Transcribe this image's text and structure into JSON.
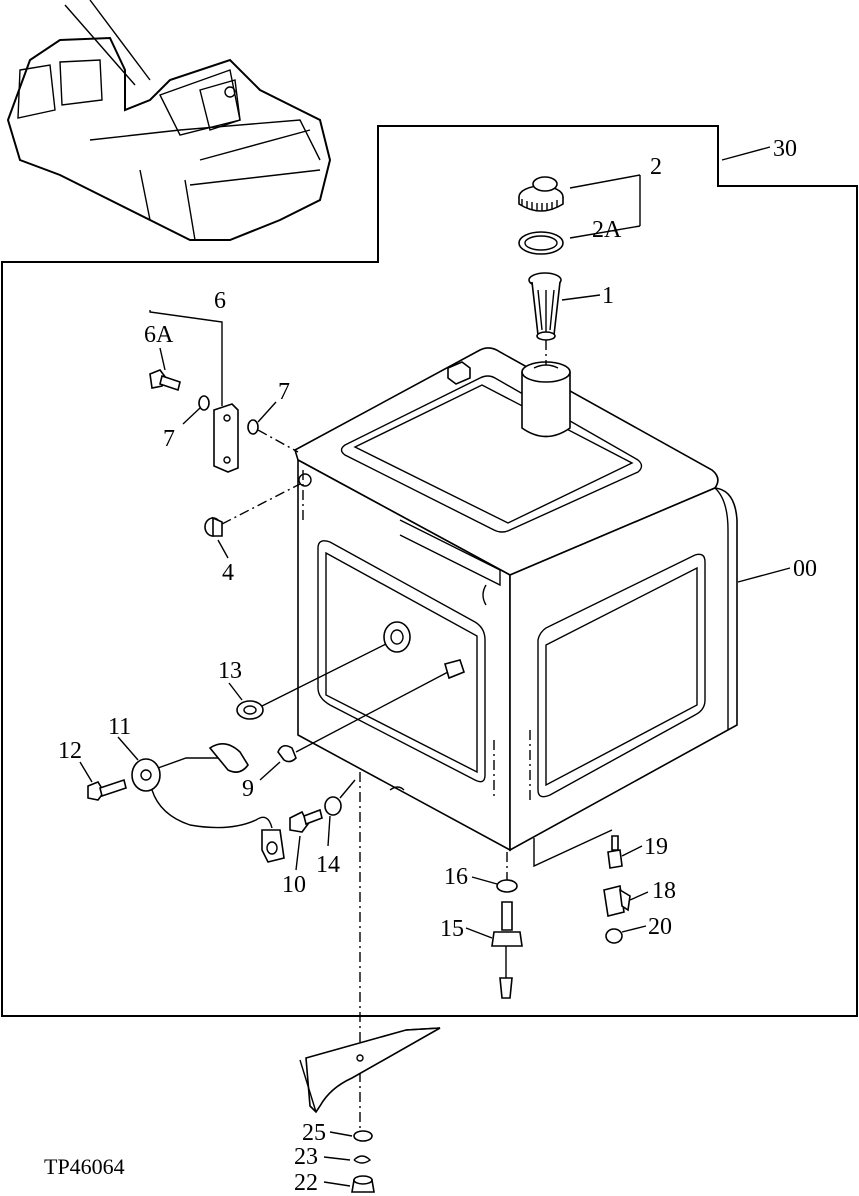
{
  "figure": {
    "reference": "TP46064",
    "callouts": {
      "tank": "00",
      "filter": "1",
      "cap": "2",
      "cap_gasket": "2A",
      "spacer": "4",
      "bracket": "6",
      "bracket_bolt": "6A",
      "washer_left": "7",
      "washer_right": "7",
      "clip": "9",
      "sender_bolt": "10",
      "sender": "11",
      "sender_screw": "12",
      "grommet": "13",
      "plug": "14",
      "drain_valve": "15",
      "drain_washer": "16",
      "hose_clamp": "18",
      "elbow": "19",
      "cap_nut": "20",
      "mount_nut": "22",
      "lock_washer": "23",
      "flat_washer": "25",
      "assembly": "30"
    }
  }
}
